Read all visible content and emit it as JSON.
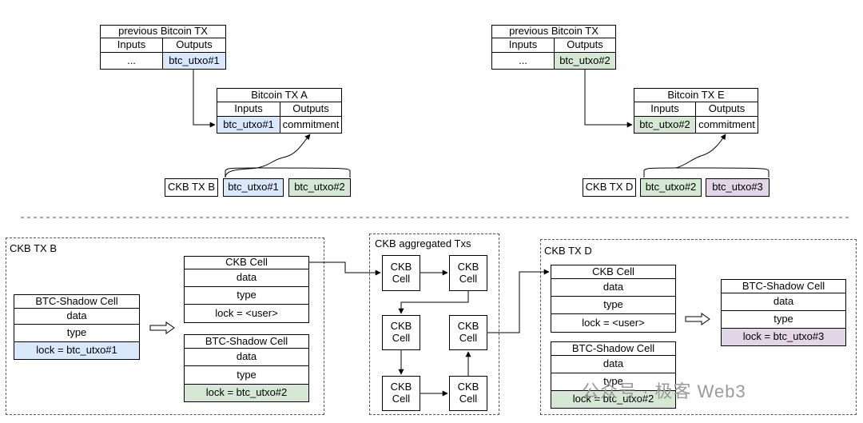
{
  "top_left": {
    "prev_tx": {
      "title": "previous Bitcoin TX",
      "inputs": "Inputs",
      "outputs": "Outputs",
      "input_val": "...",
      "output_val": "btc_utxo#1"
    },
    "tx": {
      "title": "Bitcoin TX A",
      "inputs": "Inputs",
      "outputs": "Outputs",
      "input_val": "btc_utxo#1",
      "output_val": "commitment"
    },
    "ckb_row": {
      "label": "CKB TX B",
      "item1": "btc_utxo#1",
      "item2": "btc_utxo#2"
    }
  },
  "top_right": {
    "prev_tx": {
      "title": "previous Bitcoin TX",
      "inputs": "Inputs",
      "outputs": "Outputs",
      "input_val": "...",
      "output_val": "btc_utxo#2"
    },
    "tx": {
      "title": "Bitcoin TX E",
      "inputs": "Inputs",
      "outputs": "Outputs",
      "input_val": "btc_utxo#2",
      "output_val": "commitment"
    },
    "ckb_row": {
      "label": "CKB TX D",
      "item1": "btc_utxo#2",
      "item2": "btc_utxo#3"
    }
  },
  "panel_b": {
    "title": "CKB TX B",
    "shadow_left": {
      "title": "BTC-Shadow Cell",
      "data": "data",
      "type": "type",
      "lock": "lock = btc_utxo#1"
    },
    "ckb_cell": {
      "title": "CKB Cell",
      "data": "data",
      "type": "type",
      "lock": "lock = <user>"
    },
    "shadow_right": {
      "title": "BTC-Shadow Cell",
      "data": "data",
      "type": "type",
      "lock": "lock = btc_utxo#2"
    }
  },
  "aggregated": {
    "title": "CKB aggregated Txs",
    "cell_label": "CKB\nCell",
    "cells": [
      "CKB Cell",
      "CKB Cell",
      "CKB Cell",
      "CKB Cell",
      "CKB Cell",
      "CKB Cell"
    ]
  },
  "panel_d": {
    "title": "CKB TX D",
    "ckb_cell": {
      "title": "CKB Cell",
      "data": "data",
      "type": "type",
      "lock": "lock = <user>"
    },
    "shadow_left": {
      "title": "BTC-Shadow Cell",
      "data": "data",
      "type": "type",
      "lock": "lock = btc_utxo#2"
    },
    "shadow_right": {
      "title": "BTC-Shadow Cell",
      "data": "data",
      "type": "type",
      "lock": "lock = btc_utxo#3"
    }
  },
  "watermark": "公众号 · 极客 Web3",
  "colors": {
    "blue": "#dae8fc",
    "green": "#d5e8d4",
    "purple": "#e1d5e7"
  }
}
